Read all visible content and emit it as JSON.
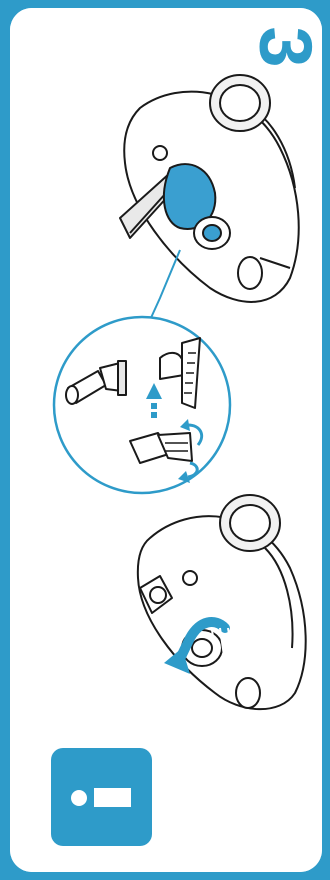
{
  "step": {
    "number": "3"
  },
  "illustrations": {
    "top": "vacuum-open-lid",
    "detail": "accessory-storage-detail",
    "bottom": "vacuum-rotate-hose"
  },
  "info_icon": "info-indicator",
  "colors": {
    "accent": "#2e9bc9",
    "panel": "#ffffff",
    "ink": "#1a1a1a",
    "part": "#3a9fd0"
  }
}
